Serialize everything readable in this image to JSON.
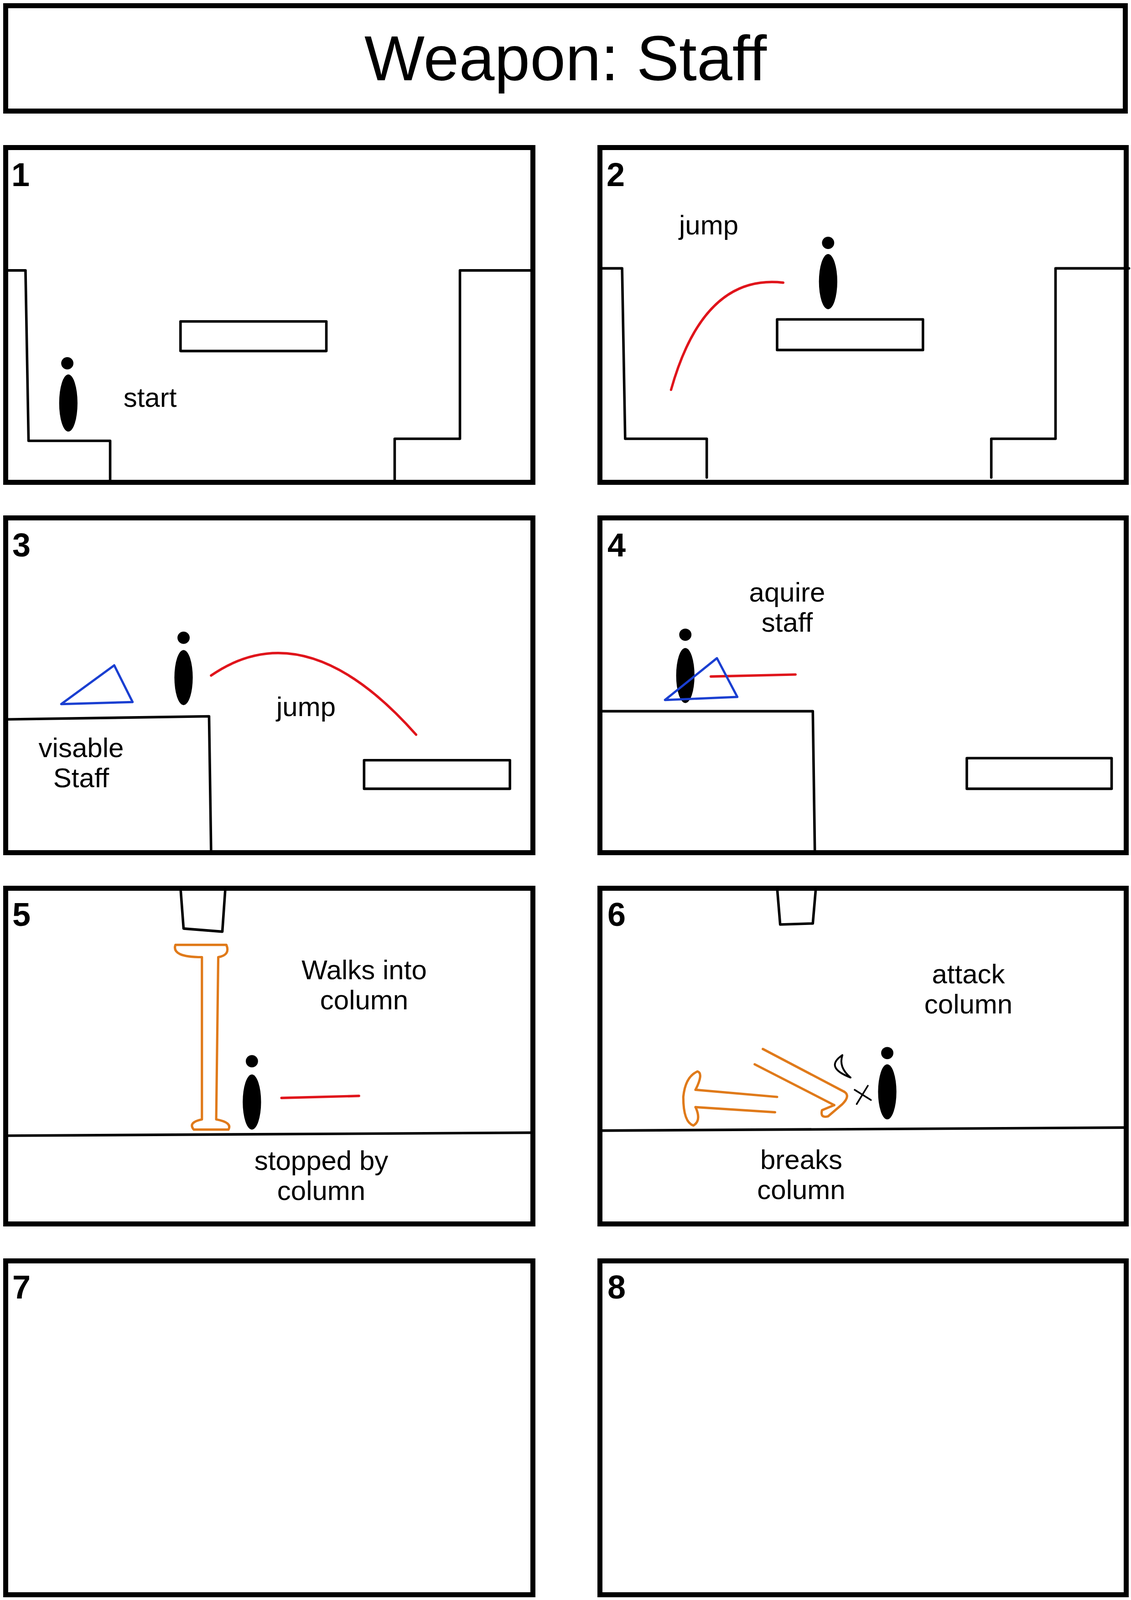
{
  "diagram": {
    "title": "Weapon: Staff",
    "nodes": [
      {
        "text": [
          "1",
          "start"
        ]
      },
      {
        "text": [
          "2",
          "jump"
        ]
      },
      {
        "text": [
          "3",
          "visable Staff",
          "jump"
        ]
      },
      {
        "text": [
          "4",
          "aquire staff"
        ]
      },
      {
        "text": [
          "5",
          "Walks into column",
          "stopped by column"
        ]
      },
      {
        "text": [
          "6",
          "attack column",
          "breaks column"
        ]
      },
      {
        "text": [
          "7"
        ]
      },
      {
        "text": [
          "8"
        ]
      }
    ]
  }
}
